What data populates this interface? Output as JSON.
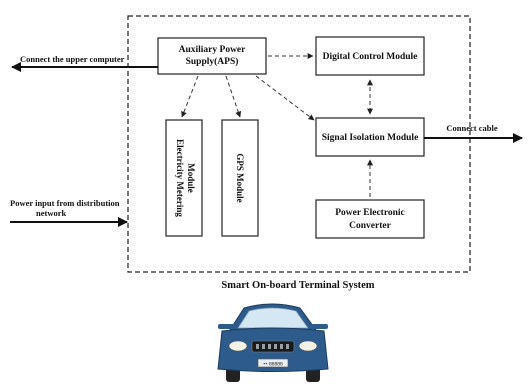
{
  "system_title": "Smart On-board Terminal System",
  "blocks": {
    "aps": {
      "line1": "Auxiliary Power",
      "line2": "Supply(APS)"
    },
    "digital_control": "Digital Control Module",
    "signal_isolation": "Signal Isolation Module",
    "power_electronic": {
      "line1": "Power Electronic",
      "line2": "Converter"
    },
    "electricity_metering": {
      "line1": "Electricity Metering",
      "line2": "Module"
    },
    "gps": "GPS Module"
  },
  "external": {
    "upper_computer": "Connect the upper computer",
    "connect_cable": "Connect cable",
    "power_input": {
      "line1": "Power input from distribution",
      "line2": "network"
    }
  },
  "car": {
    "plate": "••·88888",
    "body_color": "#2d5b8c"
  }
}
